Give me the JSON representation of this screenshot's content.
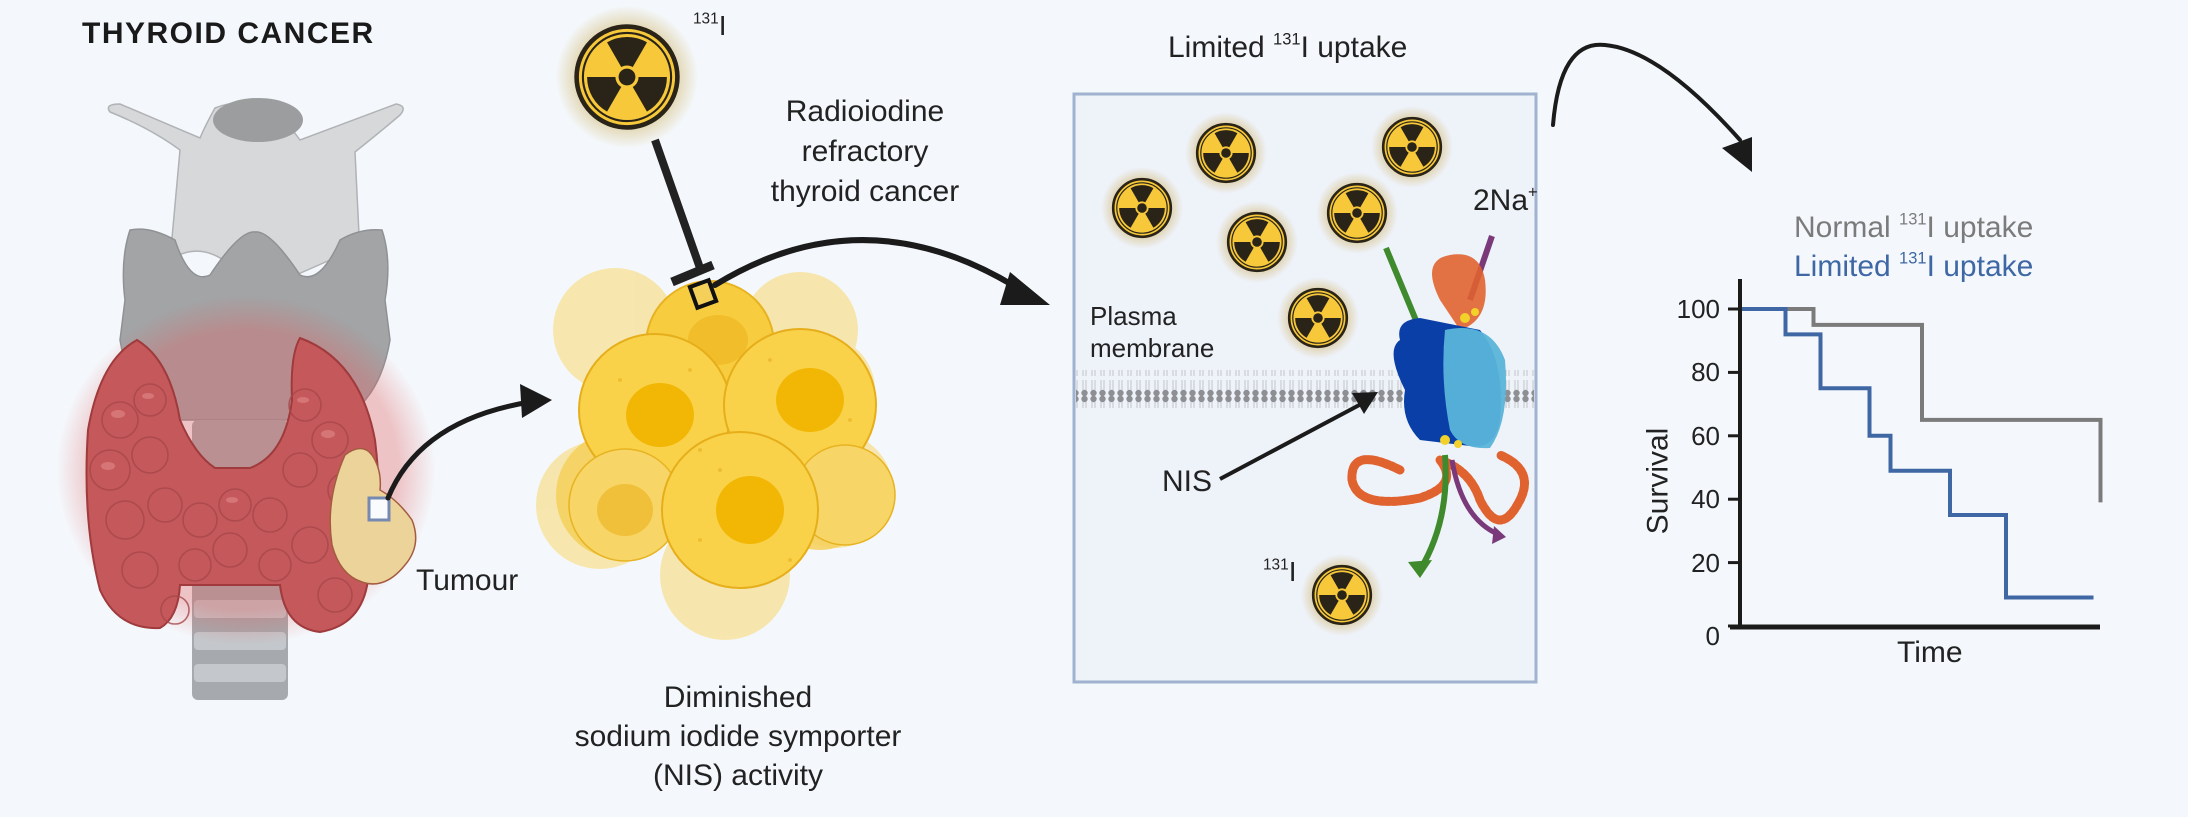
{
  "title": "THYROID CANCER",
  "labels": {
    "isotope_top": {
      "sup": "131",
      "base": "I"
    },
    "radioiodine_lines": [
      "Radioiodine",
      "refractory",
      "thyroid cancer"
    ],
    "tumour": "Tumour",
    "diminished_lines": [
      "Diminished",
      "sodium iodide symporter",
      "(NIS) activity"
    ],
    "cell_header": {
      "pre": "Limited ",
      "sup": "131",
      "post": "I uptake"
    },
    "plasma_lines": [
      "Plasma",
      "membrane"
    ],
    "sodium": {
      "base": "2Na",
      "sup": "+"
    },
    "nis": "NIS",
    "isotope_bottom": {
      "sup": "131",
      "base": "I"
    }
  },
  "icons": {
    "radiation": "radiation-icon",
    "thyroid": "thyroid-gland-icon",
    "tumour_cells": "tumour-cell-cluster-icon",
    "nis_protein": "nis-protein-icon"
  },
  "colors": {
    "background": "#f4f8fc",
    "thyroid": "#c4585a",
    "tumour": "#ecd39a",
    "cell": "#f7cc3f",
    "nucleus": "#f2b705",
    "box_border": "#9fb2cf",
    "normal_series": "#7b7b7b",
    "limited_series": "#3e67a4",
    "nis_dark": "#0a3fa8",
    "nis_light": "#5ab4d9",
    "loop": "#e0632f",
    "green_arrow": "#3f8a2c",
    "purple_arrow": "#7a3a7a"
  },
  "chart_data": {
    "type": "line",
    "subtype": "step (Kaplan-Meier)",
    "title": "",
    "xlabel": "Time",
    "ylabel": "Survival",
    "xlim": [
      0,
      100
    ],
    "ylim": [
      0,
      100
    ],
    "yticks": [
      0,
      20,
      40,
      60,
      80,
      100
    ],
    "xticks": [],
    "grid": false,
    "legend": "top",
    "series": [
      {
        "name": "Normal 131I uptake",
        "legend_pre": "Normal ",
        "legend_sup": "131",
        "legend_post": "I uptake",
        "color": "#7b7b7b",
        "points": [
          [
            0,
            100
          ],
          [
            21,
            100
          ],
          [
            21,
            95
          ],
          [
            52,
            95
          ],
          [
            52,
            65
          ],
          [
            103,
            65
          ],
          [
            103,
            39
          ]
        ]
      },
      {
        "name": "Limited 131I uptake",
        "legend_pre": "Limited ",
        "legend_sup": "131",
        "legend_post": "I uptake",
        "color": "#3e67a4",
        "points": [
          [
            0,
            100
          ],
          [
            13,
            100
          ],
          [
            13,
            92
          ],
          [
            23,
            92
          ],
          [
            23,
            75
          ],
          [
            37,
            75
          ],
          [
            37,
            60
          ],
          [
            43,
            60
          ],
          [
            43,
            49
          ],
          [
            60,
            49
          ],
          [
            60,
            35
          ],
          [
            76,
            35
          ],
          [
            76,
            9
          ],
          [
            101,
            9
          ]
        ]
      }
    ]
  }
}
